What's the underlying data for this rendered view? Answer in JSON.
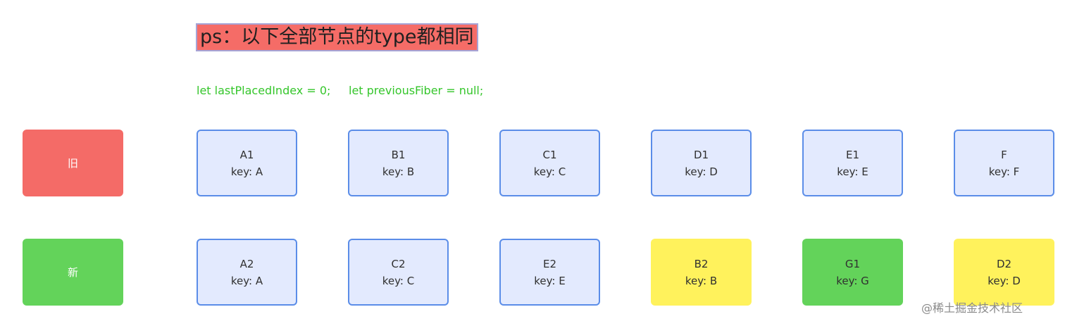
{
  "title": "ps：以下全部节点的type都相同",
  "code": {
    "line1": "let lastPlacedIndex = 0;",
    "line2": "let previousFiber = null;"
  },
  "rows": {
    "old_label": "旧",
    "new_label": "新"
  },
  "old_nodes": [
    {
      "name": "A1",
      "key": "key: A"
    },
    {
      "name": "B1",
      "key": "key: B"
    },
    {
      "name": "C1",
      "key": "key: C"
    },
    {
      "name": "D1",
      "key": "key: D"
    },
    {
      "name": "E1",
      "key": "key: E"
    },
    {
      "name": "F",
      "key": "key: F"
    }
  ],
  "new_nodes": [
    {
      "name": "A2",
      "key": "key: A"
    },
    {
      "name": "C2",
      "key": "key: C"
    },
    {
      "name": "E2",
      "key": "key: E"
    },
    {
      "name": "B2",
      "key": "key: B"
    },
    {
      "name": "G1",
      "key": "key: G"
    },
    {
      "name": "D2",
      "key": "key: D"
    }
  ],
  "watermark": "@稀土掘金技术社区",
  "colors": {
    "title_bg": "#f56c67",
    "old_label_bg": "#f46b67",
    "new_label_bg": "#63d35a",
    "node_fill": "#e3eafe",
    "node_border": "#5b8de8",
    "moved_node": "#fff25c",
    "inserted_node": "#63d35a",
    "code_text": "#35c62b"
  }
}
